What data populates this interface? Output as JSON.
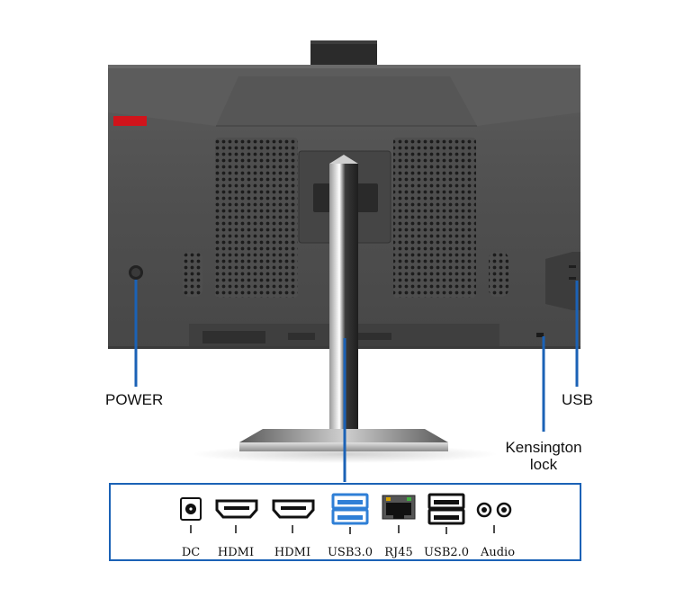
{
  "callouts": {
    "power": "POWER",
    "usb": "USB",
    "kensington_line1": "Kensington",
    "kensington_line2": "lock"
  },
  "ports": [
    {
      "label": "DC",
      "icon": "dc-jack-icon"
    },
    {
      "label": "HDMI",
      "icon": "hdmi-port-icon"
    },
    {
      "label": "HDMI",
      "icon": "hdmi-port-icon"
    },
    {
      "label": "USB3.0",
      "icon": "usb3-port-icon"
    },
    {
      "label": "RJ45",
      "icon": "ethernet-port-icon"
    },
    {
      "label": "USB2.0",
      "icon": "usb2-port-icon"
    },
    {
      "label": "Audio",
      "icon": "audio-jack-icon"
    }
  ],
  "colors": {
    "accent_blue": "#1b62b6",
    "usb3_blue": "#2f7fd6",
    "monitor_body": "#545454",
    "indicator_red": "#d0141b"
  }
}
